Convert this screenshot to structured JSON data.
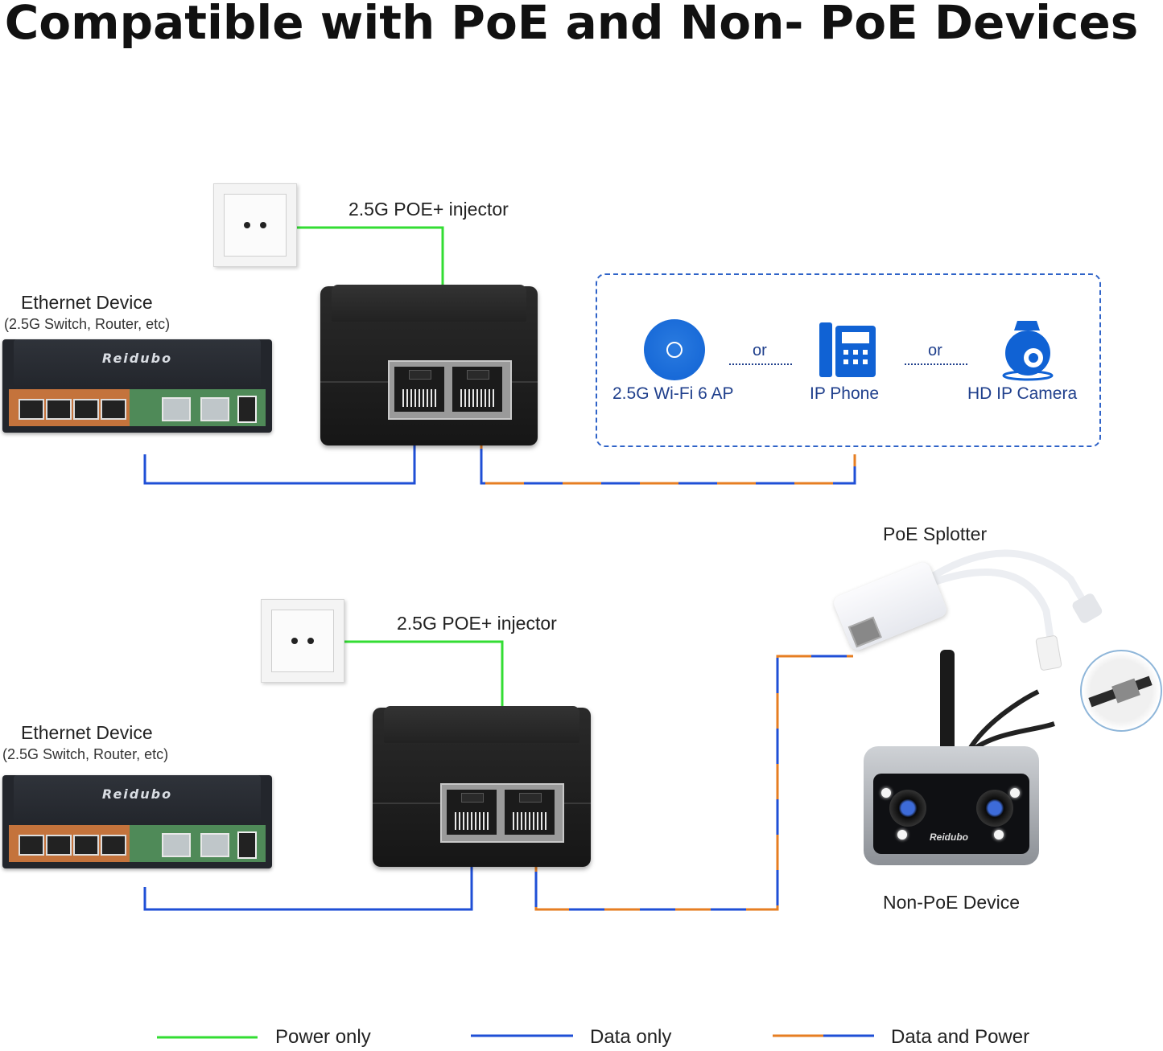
{
  "title": "Compatible with PoE and Non- PoE Devices",
  "top_section": {
    "injector_label": "2.5G POE+ injector",
    "ethernet_device_label": "Ethernet Device",
    "ethernet_device_sub": "(2.5G Switch, Router, etc)",
    "switch_brand": "Reidubo",
    "poe_devices": [
      {
        "label": "2.5G Wi-Fi 6 AP",
        "icon": "wifi-access-point-icon"
      },
      {
        "label": "IP Phone",
        "icon": "ip-phone-icon"
      },
      {
        "label": "HD IP Camera",
        "icon": "ip-camera-icon"
      }
    ],
    "or_1": "or",
    "or_2": "or"
  },
  "bottom_section": {
    "injector_label": "2.5G POE+ injector",
    "ethernet_device_label": "Ethernet Device",
    "ethernet_device_sub": "(2.5G Switch, Router, etc)",
    "switch_brand": "Reidubo",
    "splitter_label": "PoE Splotter",
    "non_poe_label": "Non-PoE Device",
    "camera_brand": "Reidubo"
  },
  "legend": [
    {
      "label": "Power only",
      "color": "#33dd33"
    },
    {
      "label": "Data only",
      "color": "#1f4fd6"
    },
    {
      "label": "Data and Power",
      "color": "#e67e22",
      "color2": "#1f4fd6"
    }
  ],
  "colors": {
    "power": "#33dd33",
    "data": "#1f4fd6",
    "data_power_a": "#e67e22",
    "data_power_b": "#1f4fd6",
    "device_blue": "#1f3f8c"
  }
}
